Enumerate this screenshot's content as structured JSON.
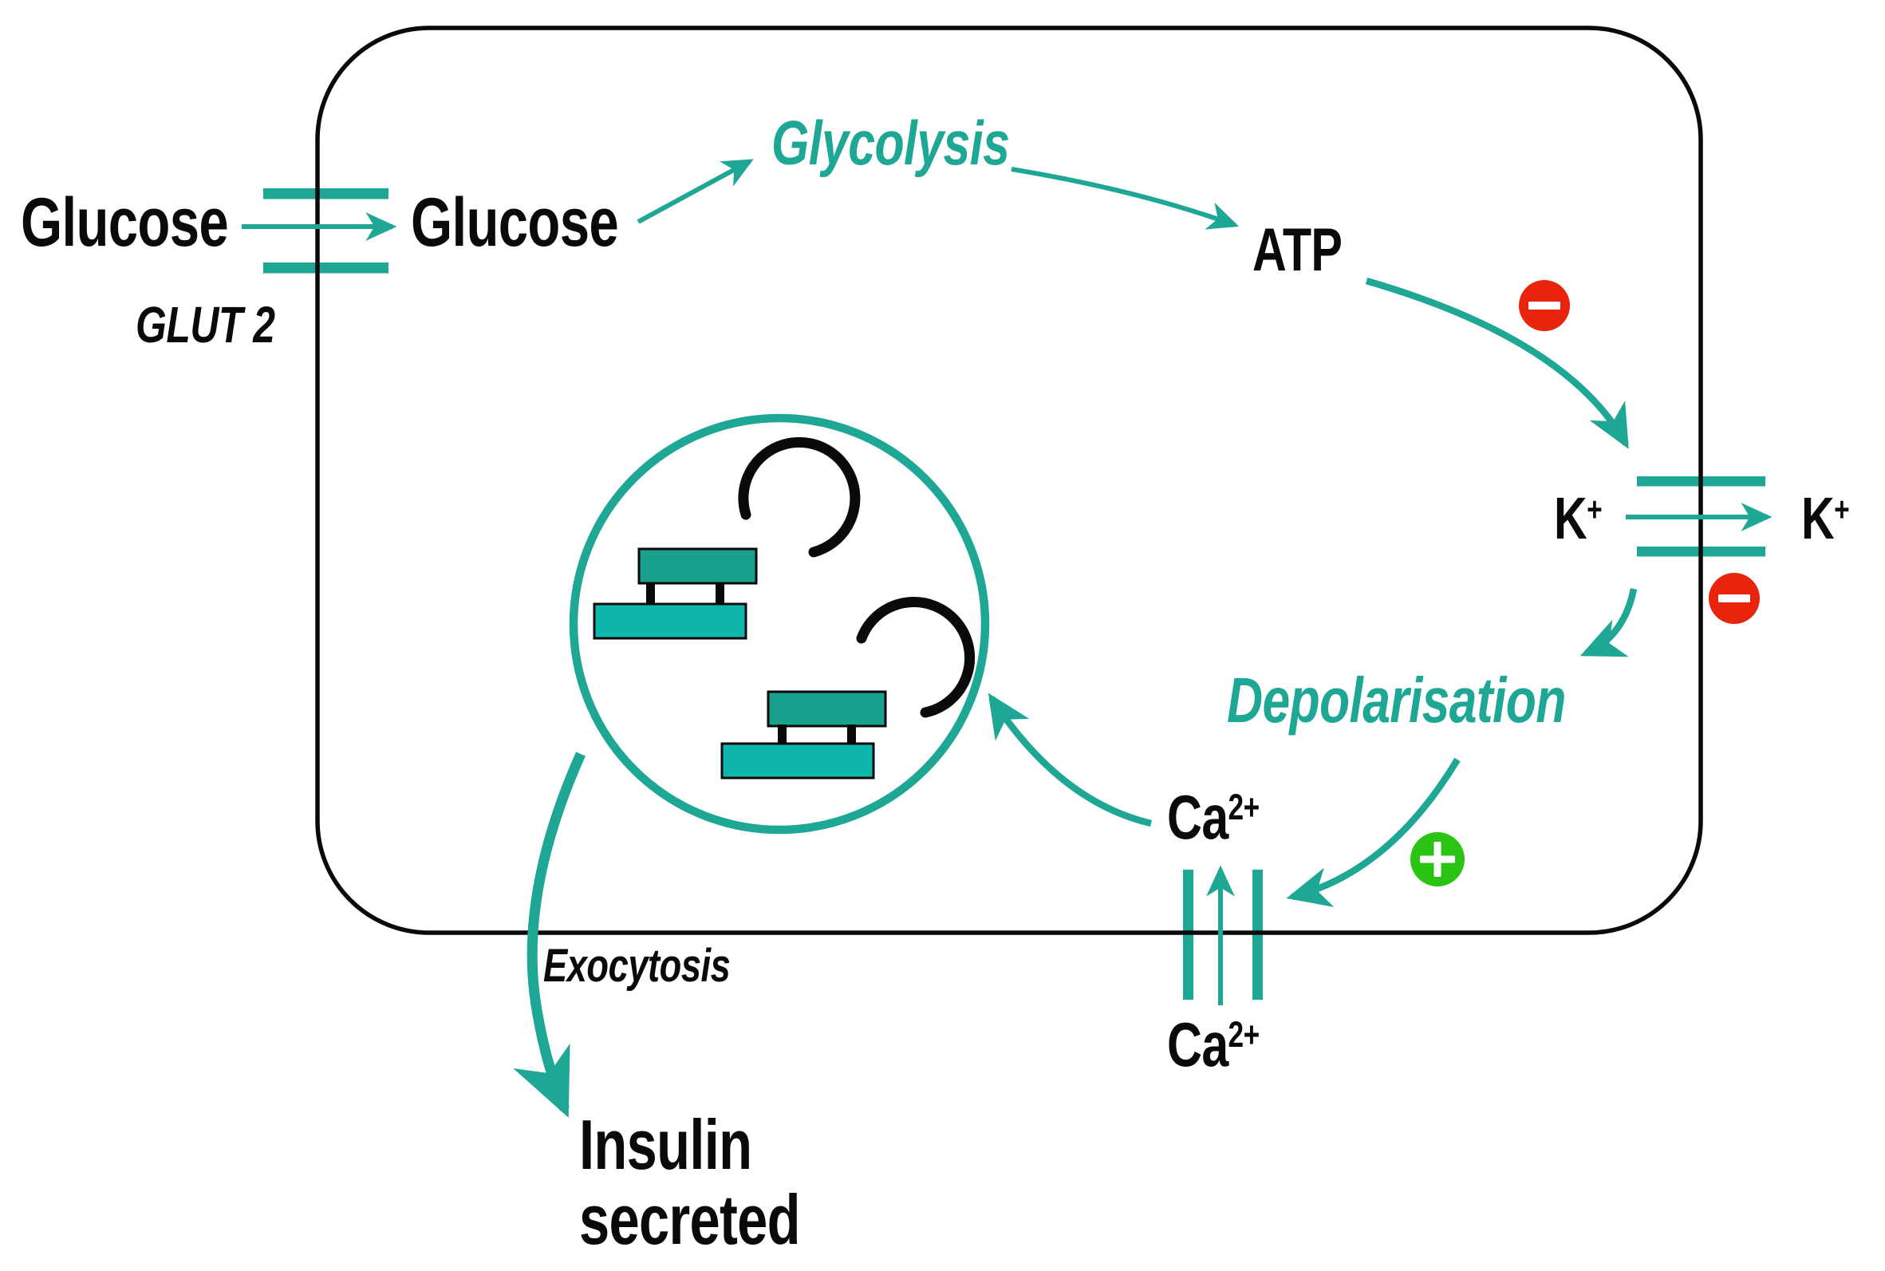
{
  "labels": {
    "glucose_out": "Glucose",
    "glucose_in": "Glucose",
    "glut2": "GLUT 2",
    "glycolysis": "Glycolysis",
    "atp": "ATP",
    "k_in": {
      "base": "K",
      "sup": "+"
    },
    "k_out": {
      "base": "K",
      "sup": "+"
    },
    "depolarisation": "Depolarisation",
    "ca_in": {
      "base": "Ca",
      "sup": "2+"
    },
    "ca_out": {
      "base": "Ca",
      "sup": "2+"
    },
    "exocytosis": "Exocytosis",
    "insulin_secreted": {
      "line1": "Insulin",
      "line2": "secreted"
    }
  },
  "icons": {
    "atp_k_channel_inhibition": "minus-circle-icon",
    "k_channel_inhibition": "minus-circle-icon",
    "ca_channel_stimulation": "plus-circle-icon"
  },
  "colors": {
    "teal": "#1FA795",
    "granule_dark": "#18A28D",
    "granule_light": "#10B6AC",
    "red": "#E8240D",
    "green": "#2CC414",
    "black": "#0A0A0A",
    "background": "#FFFFFF"
  }
}
